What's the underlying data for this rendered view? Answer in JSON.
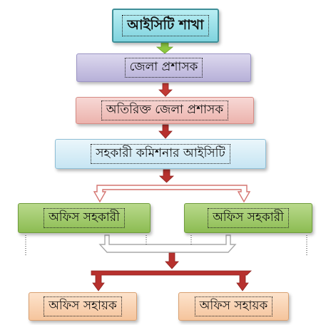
{
  "nodes": {
    "title": "আইসিটি শাখা",
    "deputy_commissioner": "জেলা প্রশাসক",
    "additional_deputy_commissioner": "অতিরিক্ত জেলা প্রশাসক",
    "assistant_commissioner_ict": "সহকারী কমিশনার  আইসিটি",
    "office_assistant_left": "অফিস সহকারী",
    "office_assistant_right": "অফিস সহকারী",
    "office_helper_left": "অফিস সহায়ক",
    "office_helper_right": "অফিস সহায়ক"
  },
  "colors": {
    "arrow_green": "#8cc63f",
    "arrow_red": "#b7312e",
    "arrow_pink_outline": "#d4736f",
    "arrow_gray_outline": "#a8a8a8",
    "title_fill": "#7fd3de",
    "dc_fill": "#b7b0d8",
    "adc_fill": "#ecb3ad",
    "ac_fill": "#c6e5f3",
    "office_assistant_fill": "#8cbc52",
    "office_helper_fill": "#f5c49c"
  }
}
